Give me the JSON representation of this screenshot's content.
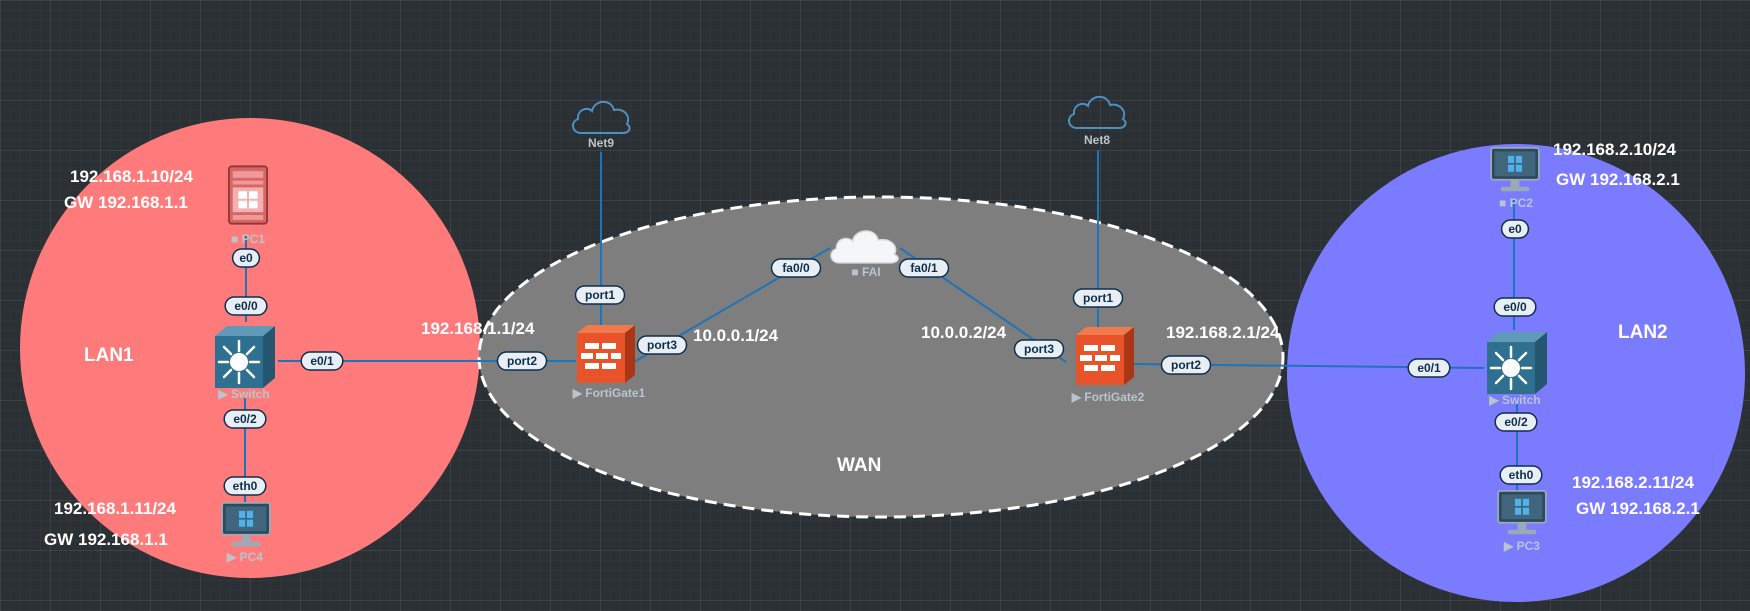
{
  "zones": {
    "lan1": "LAN1",
    "lan2": "LAN2",
    "wan": "WAN"
  },
  "colors": {
    "lan1_zone": "#ff7b7b",
    "lan2_zone": "#7b7bff",
    "wan_zone": "#7e7e7e",
    "link": "#1e74b8",
    "fortigate": "#e8532a",
    "switch": "#2f6f8f",
    "port_label_bg": "#e8eef3"
  },
  "nodes": {
    "pc1": {
      "label": "■ PC1",
      "ip": "192.168.1.10/24",
      "gw": "GW 192.168.1.1"
    },
    "pc4": {
      "label": "▶ PC4",
      "ip": "192.168.1.11/24",
      "gw": "GW 192.168.1.1"
    },
    "switch1": {
      "label": "▶ Switch"
    },
    "fortigate1": {
      "label": "▶ FortiGate1",
      "lan_ip": "192.168.1.1/24",
      "wan_ip": "10.0.0.1/24"
    },
    "net9": {
      "label": "Net9"
    },
    "fai": {
      "label": "■ FAI"
    },
    "net8": {
      "label": "Net8"
    },
    "fortigate2": {
      "label": "▶ FortiGate2",
      "lan_ip": "192.168.2.1/24",
      "wan_ip": "10.0.0.2/24"
    },
    "switch2": {
      "label": "▶ Switch"
    },
    "pc2": {
      "label": "■ PC2",
      "ip": "192.168.2.10/24",
      "gw": "GW 192.168.2.1"
    },
    "pc3": {
      "label": "▶ PC3",
      "ip": "192.168.2.11/24",
      "gw": "GW 192.168.2.1"
    }
  },
  "ports": {
    "pc1_e0": "e0",
    "sw1_e0_0": "e0/0",
    "sw1_e0_1": "e0/1",
    "sw1_e0_2": "e0/2",
    "pc4_eth0": "eth0",
    "fg1_port2": "port2",
    "fg1_port1": "port1",
    "fg1_port3": "port3",
    "fai_fa0_0": "fa0/0",
    "fai_fa0_1": "fa0/1",
    "fg2_port3": "port3",
    "fg2_port1": "port1",
    "fg2_port2": "port2",
    "sw2_e0_1": "e0/1",
    "sw2_e0_0": "e0/0",
    "pc2_e0": "e0",
    "sw2_e0_2": "e0/2",
    "pc3_eth0": "eth0"
  },
  "icons": {
    "pc1": "server-tower-icon",
    "pc2": "monitor-icon",
    "pc3": "monitor-icon",
    "pc4": "monitor-icon",
    "switch": "switch-icon",
    "fortigate": "firewall-icon",
    "cloud": "cloud-icon"
  }
}
